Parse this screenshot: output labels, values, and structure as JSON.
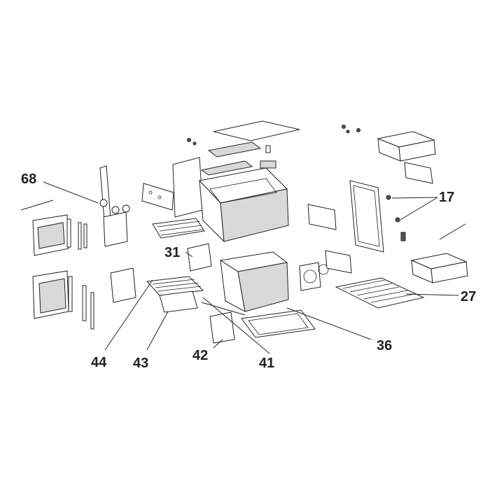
{
  "diagram": {
    "callouts": [
      {
        "id": "68",
        "label": "68"
      },
      {
        "id": "17",
        "label": "17"
      },
      {
        "id": "31",
        "label": "31"
      },
      {
        "id": "27",
        "label": "27"
      },
      {
        "id": "36",
        "label": "36"
      },
      {
        "id": "44",
        "label": "44"
      },
      {
        "id": "43",
        "label": "43"
      },
      {
        "id": "42",
        "label": "42"
      },
      {
        "id": "41",
        "label": "41"
      }
    ]
  }
}
